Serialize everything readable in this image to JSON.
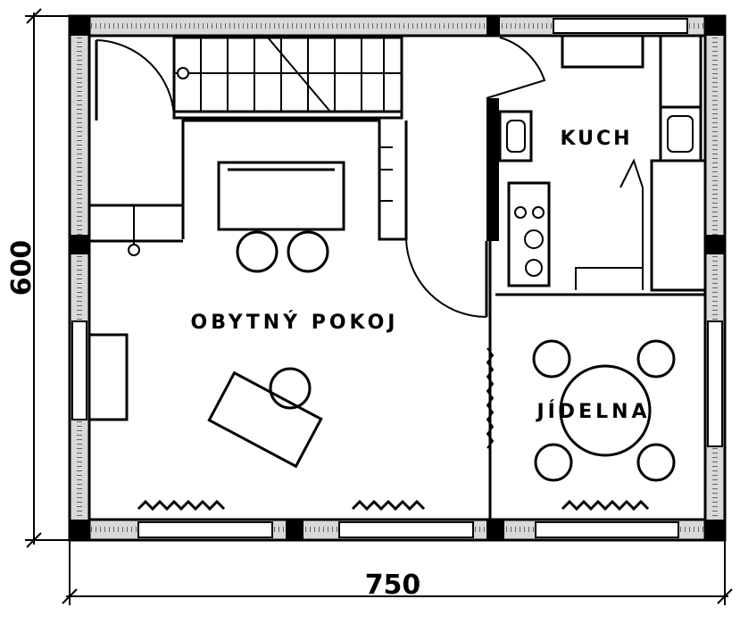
{
  "title": "Floor plan",
  "dimensions": {
    "height_label": "600",
    "width_label": "750"
  },
  "rooms": {
    "kitchen": "KUCH",
    "living_room": "OBYTNÝ POKOJ",
    "dining_room": "JÍDELNA"
  }
}
